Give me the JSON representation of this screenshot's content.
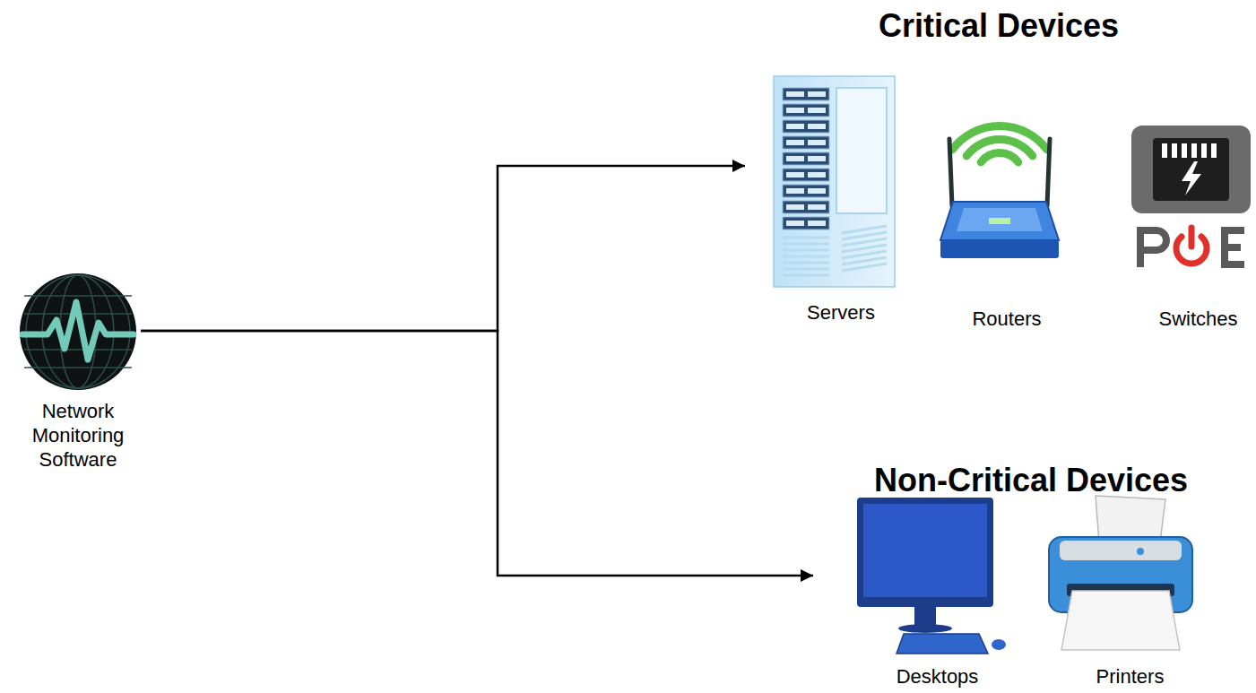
{
  "diagram": {
    "nodes": [
      {
        "text": [
          "Network Monitoring Software"
        ]
      },
      {
        "text": [
          "Critical Devices"
        ]
      },
      {
        "text": [
          "Servers"
        ],
        "in": 1
      },
      {
        "text": [
          "Routers"
        ],
        "in": 1
      },
      {
        "text": [
          "Switches"
        ],
        "in": 1
      },
      {
        "text": [
          "Non-Critical Devices"
        ]
      },
      {
        "text": [
          "Desktops"
        ],
        "in": 5
      },
      {
        "text": [
          "Printers"
        ],
        "in": 5
      }
    ],
    "edges": [
      {
        "from": 0,
        "to": 1,
        "arrow": "to"
      },
      {
        "from": 0,
        "to": 5,
        "arrow": "to"
      }
    ]
  }
}
